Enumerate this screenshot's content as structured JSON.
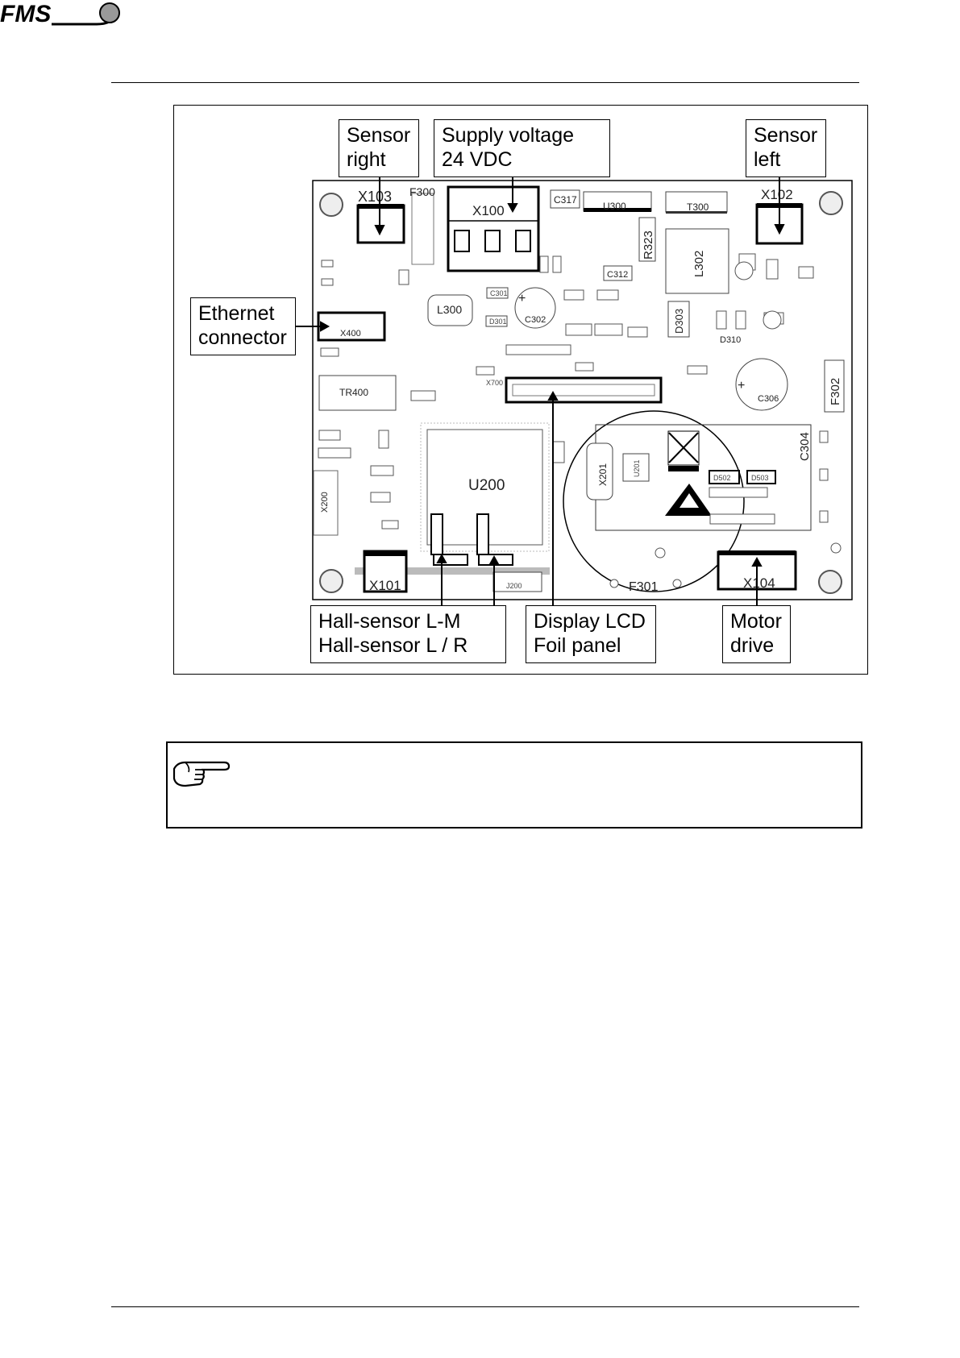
{
  "header": {
    "logo_text": "FMS"
  },
  "figure": {
    "callouts": {
      "sensor_right": [
        "Sensor",
        "right"
      ],
      "supply_voltage": [
        "Supply voltage",
        "24 VDC"
      ],
      "sensor_left": [
        "Sensor",
        "left"
      ],
      "ethernet": [
        "Ethernet",
        "connector"
      ],
      "hall_sensor": [
        "Hall-sensor L-M",
        "Hall-sensor L / R"
      ],
      "display": [
        "Display LCD",
        "Foil panel"
      ],
      "motor": [
        "Motor",
        "drive"
      ]
    },
    "board_labels": {
      "x103": "X103",
      "f300": "F300",
      "x100": "X100",
      "c317": "C317",
      "u300": "U300",
      "t300": "T300",
      "x102": "X102",
      "r323": "R323",
      "l302": "L302",
      "c312": "C312",
      "l300": "L300",
      "c302": "C302",
      "x400": "X400",
      "d303": "D303",
      "d310": "D310",
      "tr400": "TR400",
      "x700": "X700",
      "c306": "C306",
      "f302": "F302",
      "c304": "C304",
      "x200": "X200",
      "u200": "U200",
      "x201": "X201",
      "u201": "U201",
      "d502": "D502",
      "d503": "D503",
      "x101": "X101",
      "j200": "J200",
      "f301": "F301",
      "x104": "X104",
      "d301": "D301",
      "c301": "C301"
    }
  }
}
